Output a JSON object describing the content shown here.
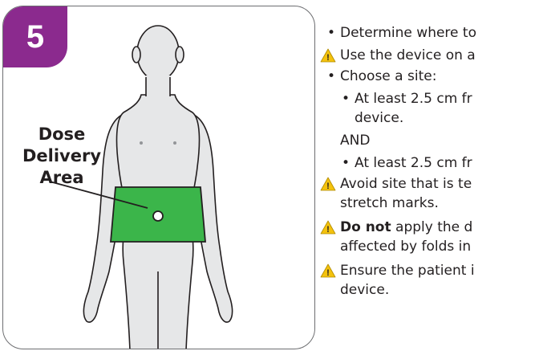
{
  "step": {
    "number": "5"
  },
  "figure": {
    "area_label_lines": [
      "Dose",
      "Delivery",
      "Area"
    ],
    "site_fill_color": "#3bb54a",
    "body_fill_color": "#e6e7e8",
    "badge_color": "#8b2a8e"
  },
  "instructions": {
    "bullet_determine": "Determine where to",
    "warning_use": "Use the device on a",
    "bullet_choose": "Choose a site:",
    "sub_bullet_1_line1": "At least 2.5 cm fr",
    "sub_bullet_1_line2": "device.",
    "and_text": "AND",
    "sub_bullet_2": "At least 2.5 cm fr",
    "warning_avoid_line1": "Avoid site that is te",
    "warning_avoid_line2": "stretch marks.",
    "warning_donot_bold": "Do not",
    "warning_donot_rest": " apply the d",
    "warning_donot_line2": "affected by folds in",
    "warning_ensure_line1": "Ensure the patient i",
    "warning_ensure_line2": "device."
  }
}
